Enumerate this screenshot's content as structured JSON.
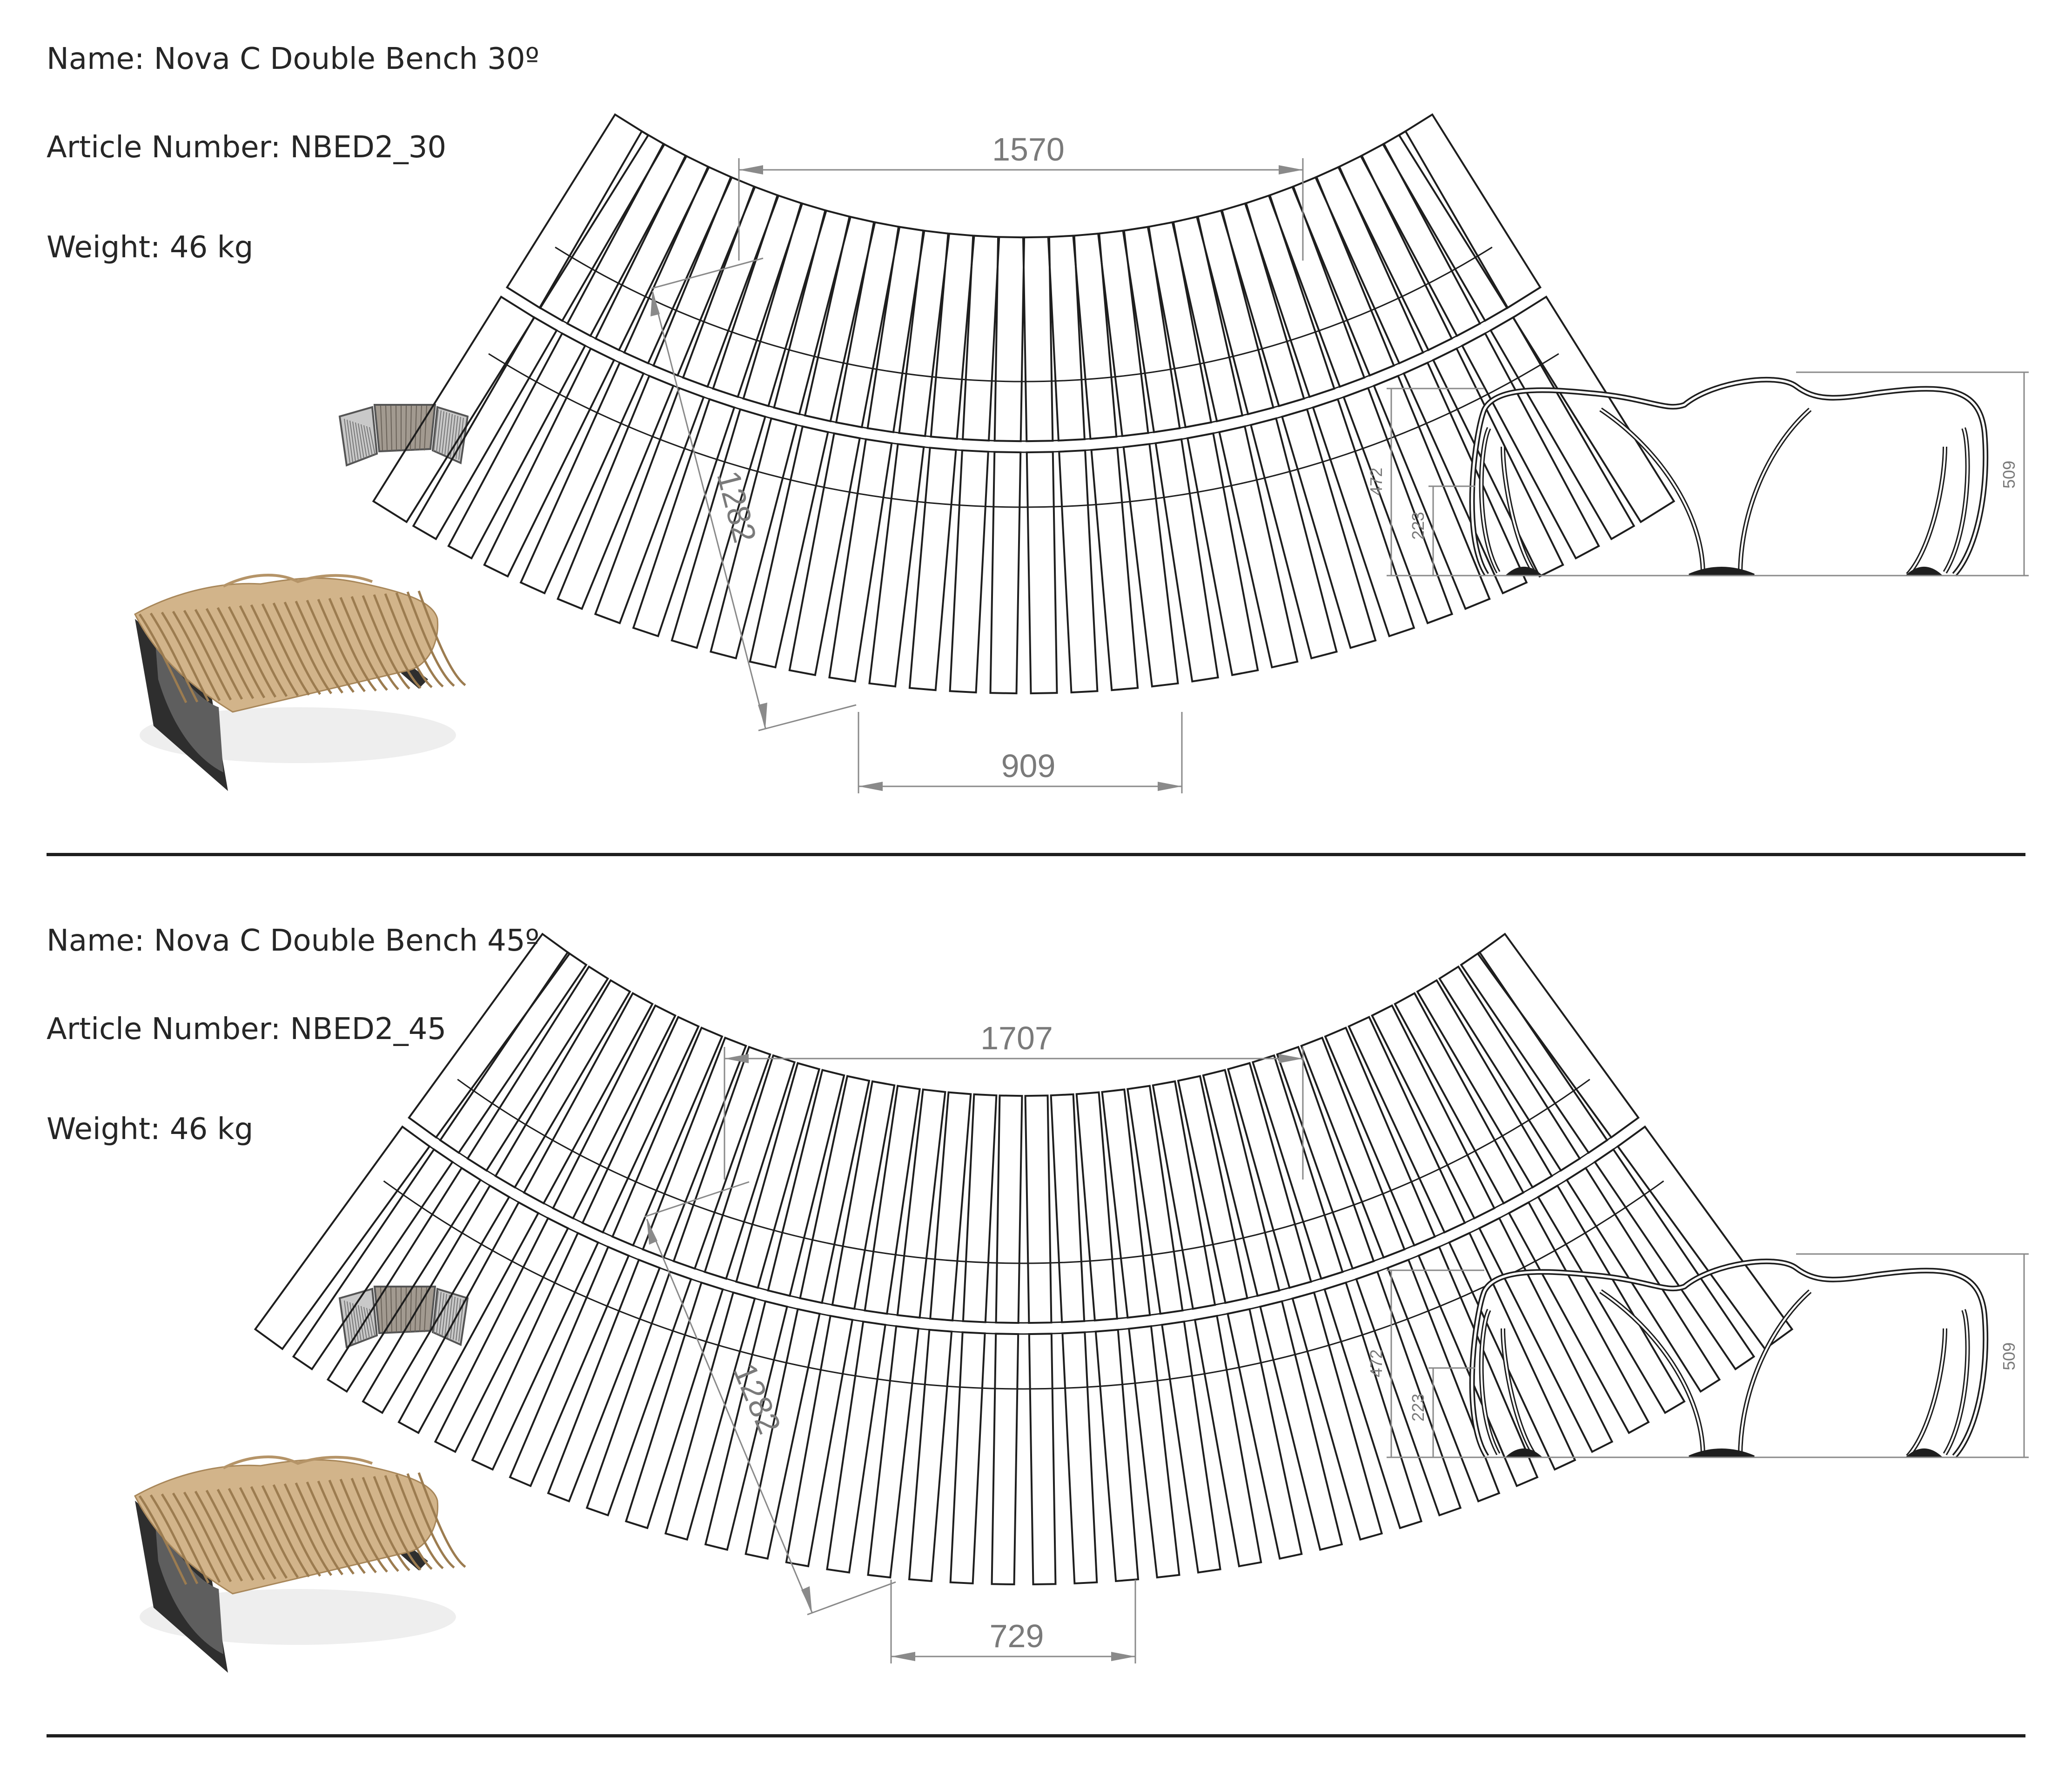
{
  "products": [
    {
      "name": "Name: Nova C Double Bench 30º",
      "article": "Article Number: NBED2_30",
      "weight": "Weight: 46 kg",
      "angle_deg": 30,
      "dimensions": {
        "outer_width": "1570",
        "inner_width": "909",
        "depth": "1282",
        "height_total": "509",
        "height_armrest": "472",
        "height_seat": "223"
      },
      "colors": {
        "wood": "#d2b48a",
        "frame": "#2e2e2e",
        "line": "#1e1e1e",
        "dimension": "#8a8a8a"
      }
    },
    {
      "name": "Name: Nova C Double Bench 45º",
      "article": "Article Number: NBED2_45",
      "weight": "Weight: 46 kg",
      "angle_deg": 45,
      "dimensions": {
        "outer_width": "1707",
        "inner_width": "729",
        "depth": "1282",
        "height_total": "509",
        "height_armrest": "472",
        "height_seat": "223"
      },
      "colors": {
        "wood": "#d2b48a",
        "frame": "#2e2e2e",
        "line": "#1e1e1e",
        "dimension": "#8a8a8a"
      }
    }
  ]
}
